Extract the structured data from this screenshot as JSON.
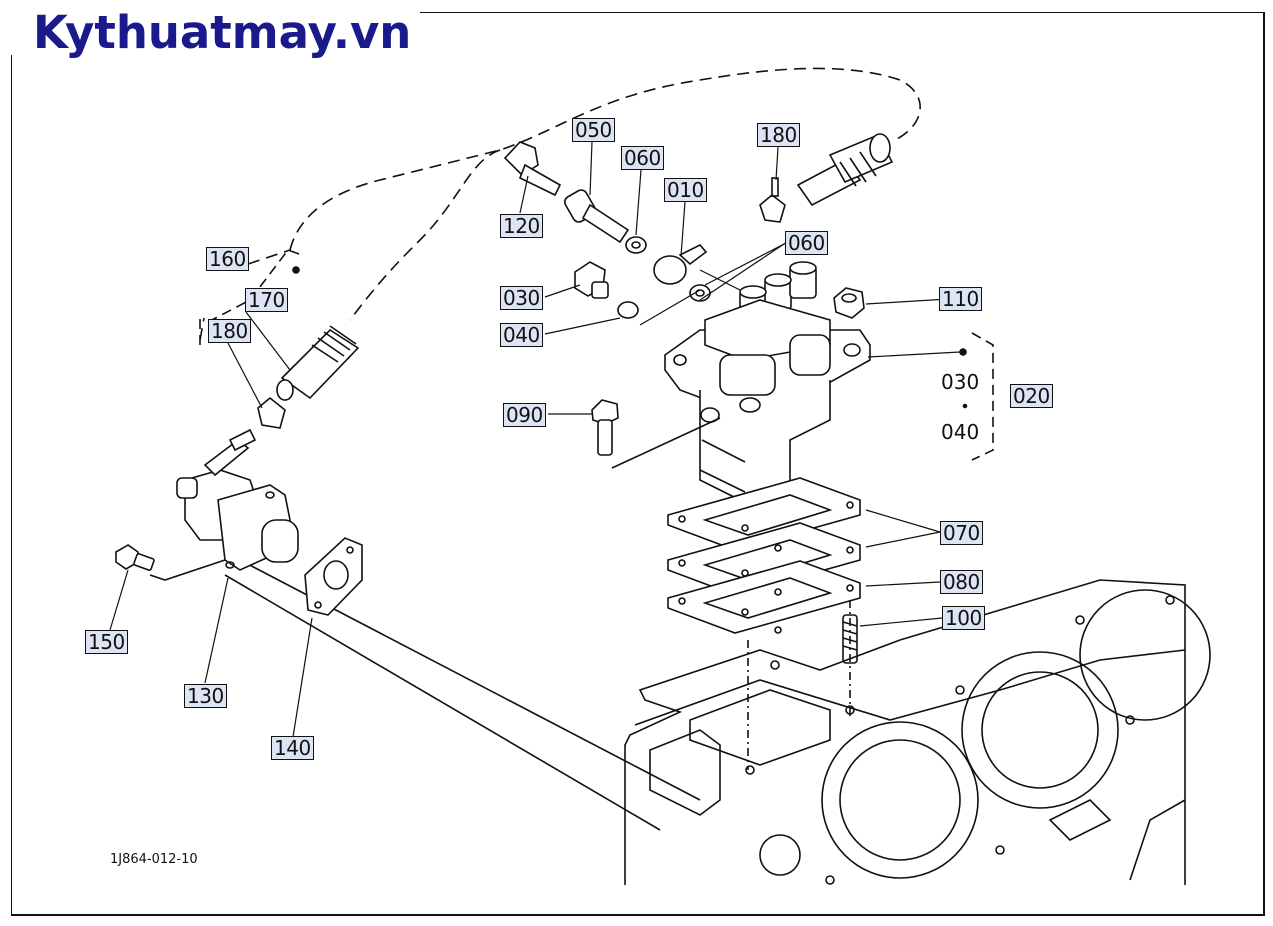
{
  "watermark": "Kythuatmay.vn",
  "diagram_code": "1J864-012-10",
  "labels": {
    "p050": "050",
    "p060a": "060",
    "p180a": "180",
    "p010": "010",
    "p120": "120",
    "p060b": "060",
    "p160": "160",
    "p170": "170",
    "p180b": "180",
    "p030": "030",
    "p040": "040",
    "p110": "110",
    "p020": "020",
    "p090": "090",
    "p070": "070",
    "p080": "080",
    "p100": "100",
    "p150": "150",
    "p130": "130",
    "p140": "140"
  },
  "group_labels": {
    "g030": "030",
    "g040": "040"
  }
}
